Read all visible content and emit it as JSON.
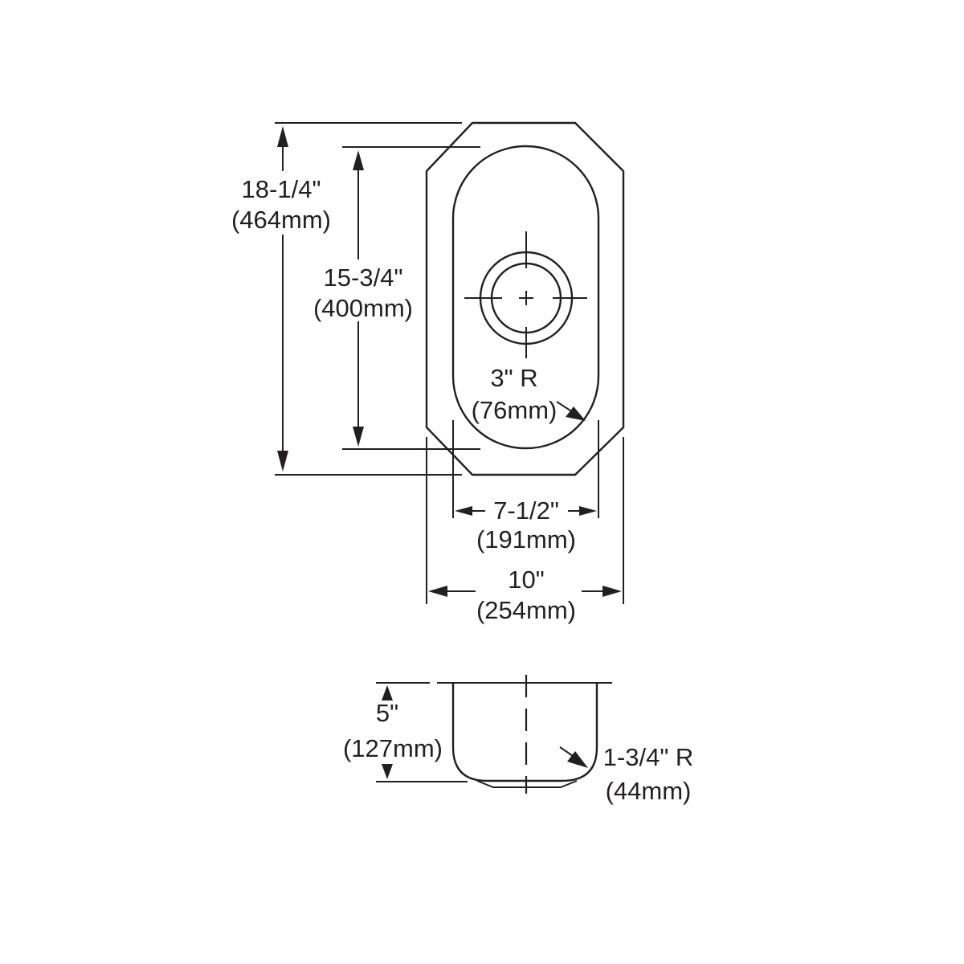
{
  "diagram": {
    "type": "sink-dimension-drawing",
    "line_color": "#231f20",
    "background": "#ffffff",
    "top_view": {
      "overall_length": {
        "imperial": "18-1/4\"",
        "metric": "(464mm)"
      },
      "bowl_length": {
        "imperial": "15-3/4\"",
        "metric": "(400mm)"
      },
      "corner_radius": {
        "imperial": "3\" R",
        "metric": "(76mm)"
      },
      "bowl_width": {
        "imperial": "7-1/2\"",
        "metric": "(191mm)"
      },
      "overall_width": {
        "imperial": "10\"",
        "metric": "(254mm)"
      }
    },
    "side_view": {
      "depth": {
        "imperial": "5\"",
        "metric": "(127mm)"
      },
      "bottom_radius": {
        "imperial": "1-3/4\" R",
        "metric": "(44mm)"
      }
    }
  }
}
